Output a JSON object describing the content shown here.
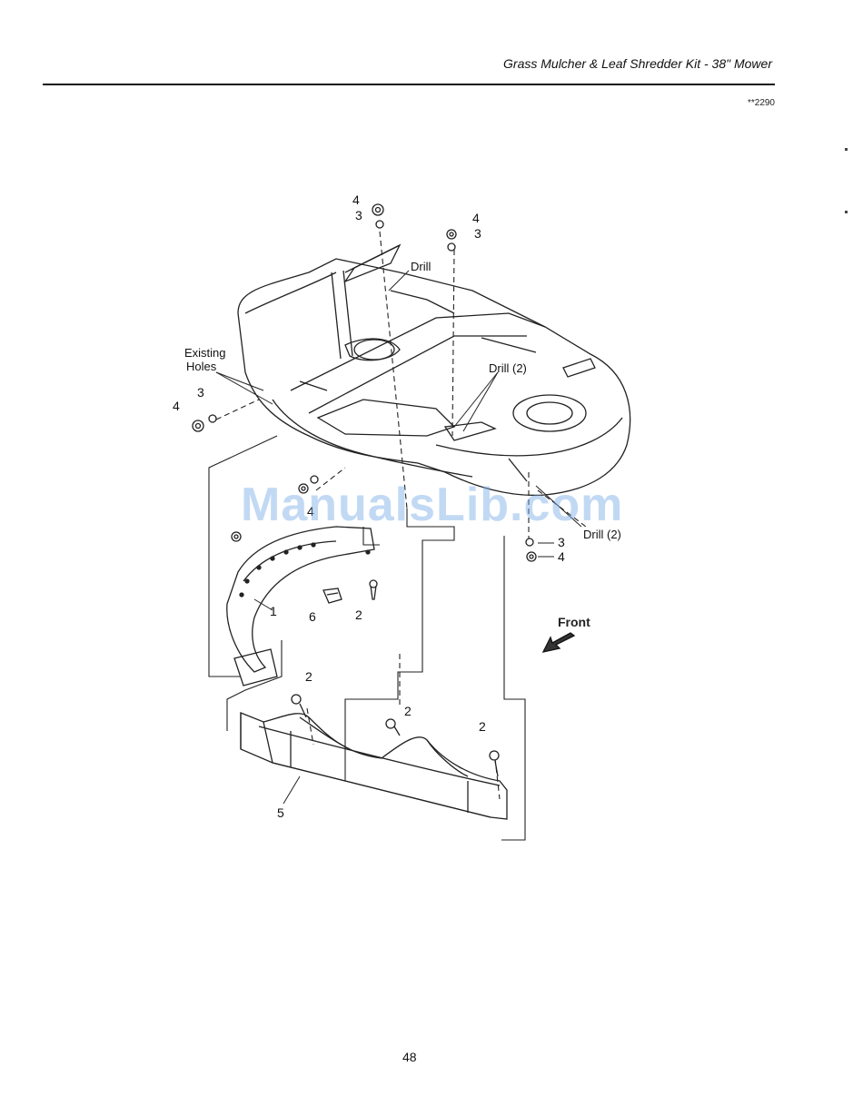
{
  "header": {
    "title": "Grass Mulcher & Leaf Shredder Kit - 38\" Mower",
    "doc_code": "**2290"
  },
  "diagram": {
    "labels": {
      "existing_holes": "Existing",
      "existing_holes_2": "Holes",
      "drill_top": "Drill",
      "drill_2_center": "Drill (2)",
      "drill_2_right": "Drill (2)",
      "front": "Front"
    },
    "callouts": {
      "c4_top_left": "4",
      "c3_top_left": "3",
      "c4_top_right": "4",
      "c3_top_right": "3",
      "c4_left": "4",
      "c3_left": "3",
      "c4_mid": "4",
      "c1": "1",
      "c6": "6",
      "c2_bracket": "2",
      "c3_right": "3",
      "c4_right": "4",
      "c2_lower_left": "2",
      "c2_lower_mid": "2",
      "c2_lower_right": "2",
      "c5": "5"
    }
  },
  "watermark": "ManualsLib.com",
  "footer": {
    "page_number": "48"
  }
}
